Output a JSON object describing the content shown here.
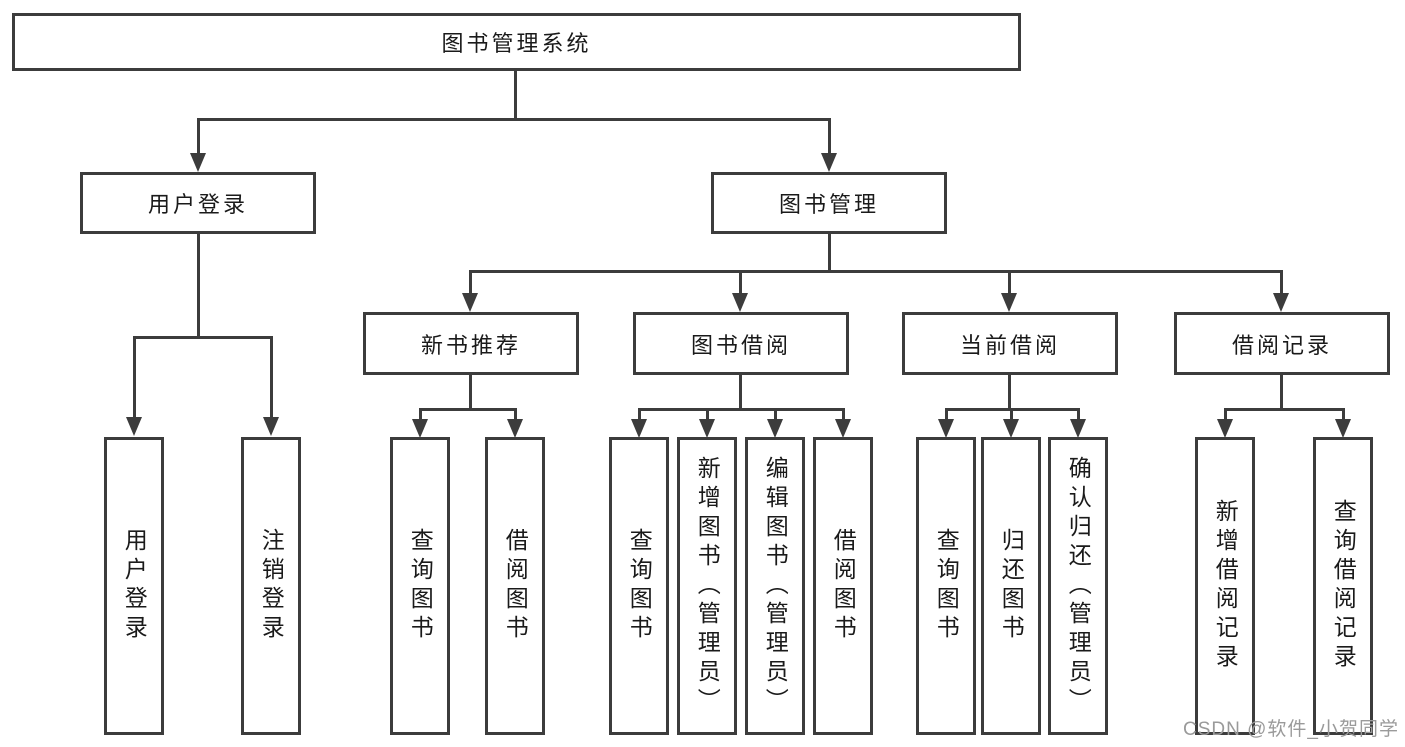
{
  "diagram": {
    "title": "图书管理系统",
    "level2": [
      "用户登录",
      "图书管理"
    ],
    "level3": [
      "新书推荐",
      "图书借阅",
      "当前借阅",
      "借阅记录"
    ],
    "leaves": {
      "user_login": [
        "用户登录",
        "注销登录"
      ],
      "new_books": [
        "查询图书",
        "借阅图书"
      ],
      "book_borrow": [
        "查询图书",
        "新增图书（管理员）",
        "编辑图书（管理员）",
        "借阅图书"
      ],
      "current_borrow": [
        "查询图书",
        "归还图书",
        "确认归还（管理员）"
      ],
      "borrow_records": [
        "新增借阅记录",
        "查询借阅记录"
      ]
    },
    "watermark": "CSDN @软件_小贺同学",
    "colors": {
      "line": "#3c3c3c",
      "text": "#1a1a1a",
      "watermark": "#9a9a9a",
      "background": "#ffffff"
    }
  }
}
